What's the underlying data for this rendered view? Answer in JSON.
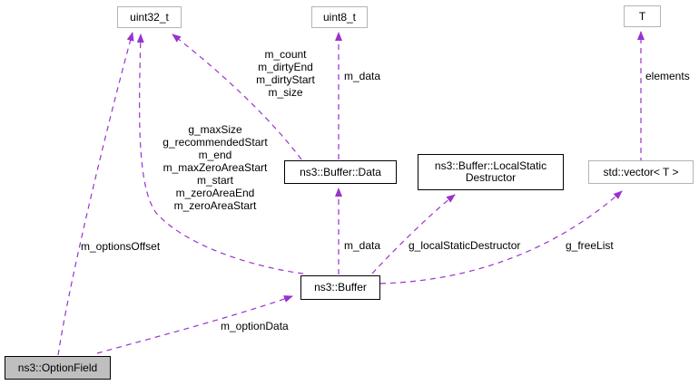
{
  "diagram": {
    "type": "collaboration-graph",
    "colors": {
      "edge": "#9a32cd",
      "main_node_fill": "#bfbfbf",
      "linked_node_border": "#000000",
      "external_node_border": "#b4b4b4",
      "node_fill": "#ffffff",
      "background": "#ffffff"
    },
    "nodes": {
      "uint32_t": {
        "label": "uint32_t"
      },
      "uint8_t": {
        "label": "uint8_t"
      },
      "t_param": {
        "label": "T"
      },
      "buffer_data": {
        "label": "ns3::Buffer::Data"
      },
      "local_static_destructor": {
        "label": "ns3::Buffer::LocalStatic\nDestructor"
      },
      "std_vector": {
        "label": "std::vector< T >"
      },
      "buffer": {
        "label": "ns3::Buffer"
      },
      "option_field": {
        "label": "ns3::OptionField"
      }
    },
    "edges": [
      {
        "from": "ns3::OptionField",
        "to": "uint32_t",
        "label": "m_optionsOffset"
      },
      {
        "from": "ns3::OptionField",
        "to": "ns3::Buffer",
        "label": "m_optionData"
      },
      {
        "from": "ns3::Buffer",
        "to": "uint32_t",
        "label": "g_maxSize\ng_recommendedStart\nm_end\nm_maxZeroAreaStart\nm_start\nm_zeroAreaEnd\nm_zeroAreaStart"
      },
      {
        "from": "ns3::Buffer",
        "to": "ns3::Buffer::Data",
        "label": "m_data"
      },
      {
        "from": "ns3::Buffer",
        "to": "ns3::Buffer::LocalStaticDestructor",
        "label": "g_localStaticDestructor"
      },
      {
        "from": "ns3::Buffer",
        "to": "std::vector< T >",
        "label": "g_freeList"
      },
      {
        "from": "ns3::Buffer::Data",
        "to": "uint32_t",
        "label": "m_count\nm_dirtyEnd\nm_dirtyStart\nm_size"
      },
      {
        "from": "ns3::Buffer::Data",
        "to": "uint8_t",
        "label": "m_data"
      },
      {
        "from": "std::vector< T >",
        "to": "T",
        "label": "elements"
      }
    ]
  }
}
